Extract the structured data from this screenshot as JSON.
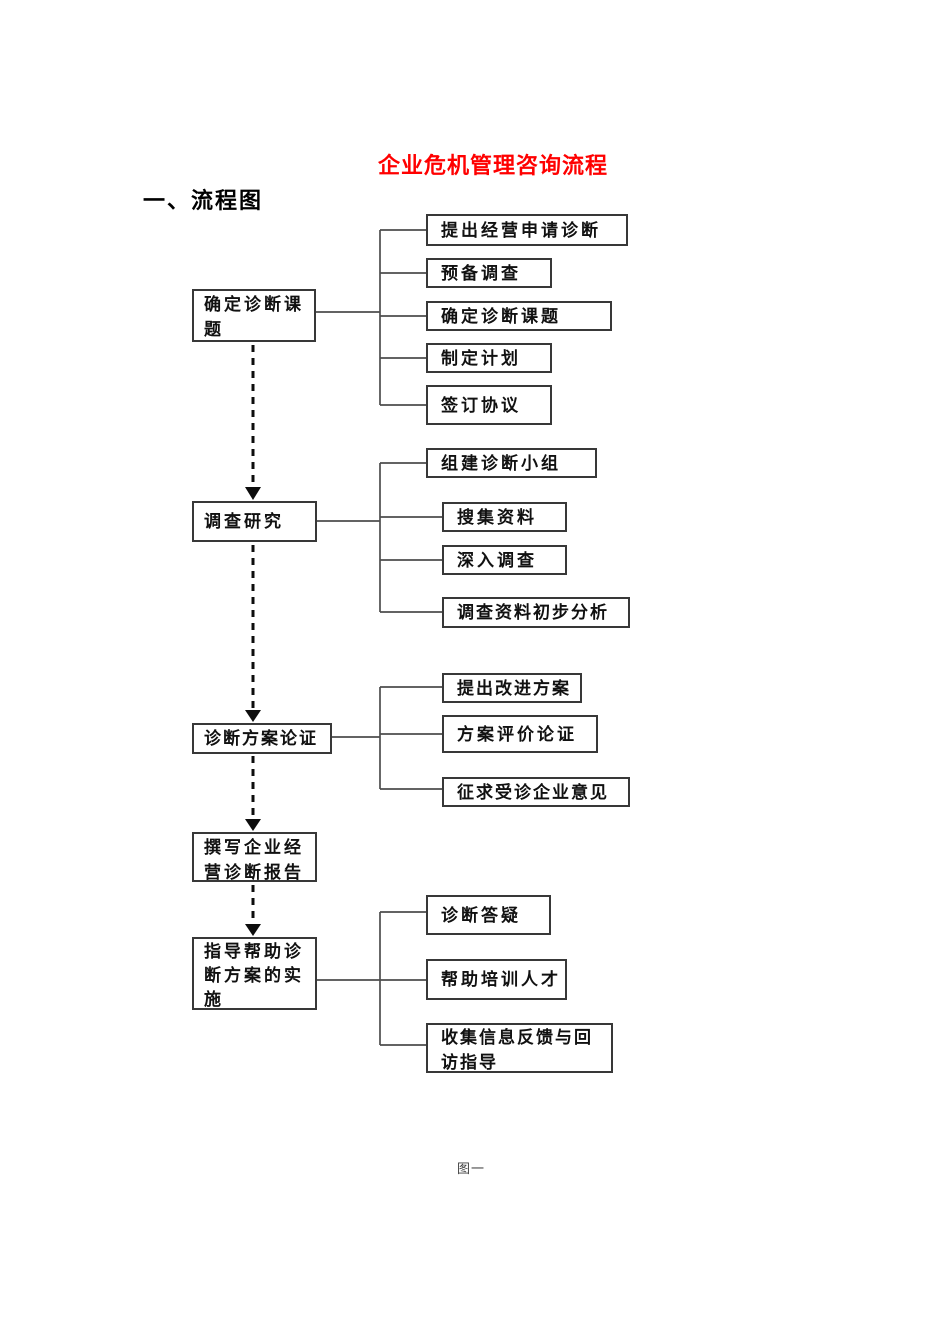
{
  "document": {
    "title": "企业危机管理咨询流程",
    "section_heading": "一、流程图",
    "figure_caption": "图一"
  },
  "colors": {
    "title": "#ff0000",
    "box_border": "#383838",
    "connector_line": "#4d4d4d",
    "dashed_arrow": "#0d0d0d"
  },
  "flowchart": {
    "groups": [
      {
        "main": "确定诊断课题",
        "subs": [
          "提出经营申请诊断",
          "预备调查",
          "确定诊断课题",
          "制定计划",
          "签订协议"
        ]
      },
      {
        "main": "调查研究",
        "subs": [
          "组建诊断小组",
          "搜集资料",
          "深入调查",
          "调查资料初步分析"
        ]
      },
      {
        "main": "诊断方案论证",
        "subs": [
          "提出改进方案",
          "方案评价论证",
          "征求受诊企业意见"
        ]
      },
      {
        "main": "撰写企业经营诊断报告",
        "subs": []
      },
      {
        "main": "指导帮助诊断方案的实施",
        "subs": [
          "诊断答疑",
          "帮助培训人才",
          "收集信息反馈与回访指导"
        ]
      }
    ]
  }
}
